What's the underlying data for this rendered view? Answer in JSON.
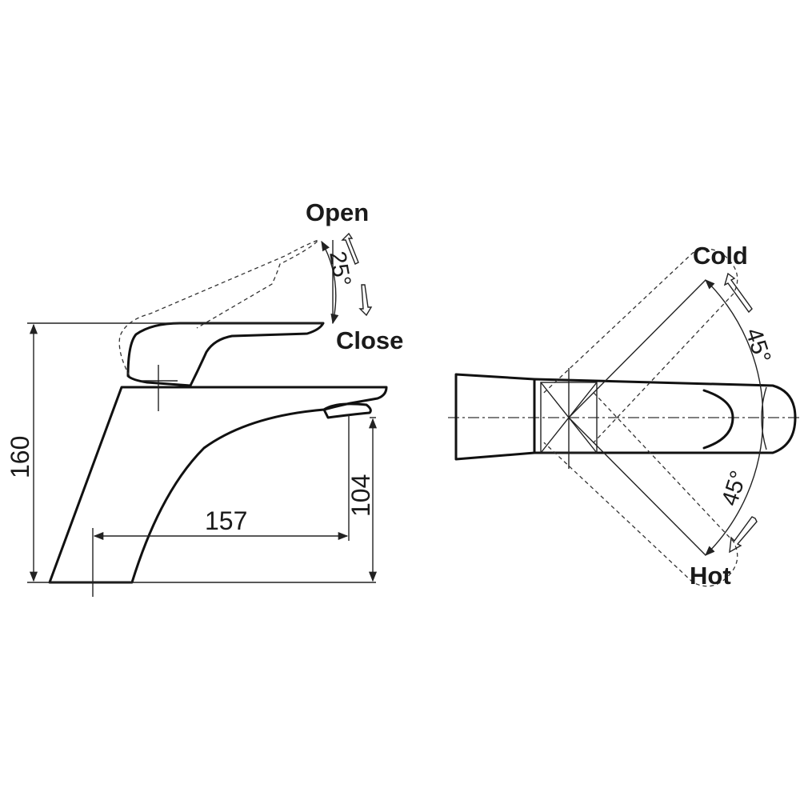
{
  "side_view": {
    "label_open": "Open",
    "label_close": "Close",
    "lever_angle": "25°",
    "dim_height": "160",
    "dim_reach": "157",
    "dim_spout_height": "104"
  },
  "top_view": {
    "label_cold": "Cold",
    "label_hot": "Hot",
    "angle_cold": "45°",
    "angle_hot": "45°"
  },
  "colors": {
    "line": "#111111",
    "background": "#ffffff"
  }
}
